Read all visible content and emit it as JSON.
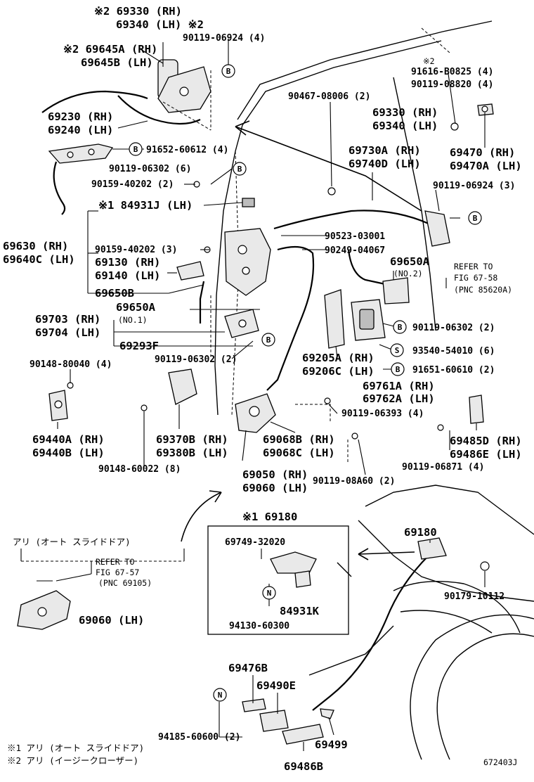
{
  "labels": {
    "p01": "※2 69330 (RH)",
    "p02": "69340 (LH) ※2",
    "p03": "90119-06924 (4)",
    "p04": "※2 69645A (RH)",
    "p05": "69645B (LH)",
    "p06": "69230 (RH)",
    "p07": "69240 (LH)",
    "p08": "91652-60612 (4)",
    "p09": "90119-06302 (6)",
    "p10": "90159-40202 (2)",
    "p11": "※1 84931J (LH)",
    "p12": "69630 (RH)",
    "p13": "69640C (LH)",
    "p14": "90159-40202 (3)",
    "p15": "69130 (RH)",
    "p16": "69140 (LH)",
    "p17": "69650B",
    "p18": "69650A",
    "p19": "(NO.1)",
    "p20": "69703 (RH)",
    "p21": "69704 (LH)",
    "p22": "69293F",
    "p23": "90119-06302 (2)",
    "p24": "90148-80040 (4)",
    "p25": "69440A (RH)",
    "p26": "69440B (LH)",
    "p27": "69370B (RH)",
    "p28": "69380B (LH)",
    "p29": "90148-60022 (8)",
    "p30": "※2",
    "p31": "91616-B0825 (4)",
    "p32": "90119-08820 (4)",
    "p33": "90467-08006 (2)",
    "p34": "69330 (RH)",
    "p35": "69340 (LH)",
    "p36": "69730A (RH)",
    "p37": "69740D (LH)",
    "p38": "69470 (RH)",
    "p39": "69470A (LH)",
    "p40": "90119-06924 (3)",
    "p41": "90523-03001",
    "p42": "90249-04067",
    "p43": "69650A",
    "p44": "(NO.2)",
    "p45": "REFER TO",
    "p46": "FIG 67-58",
    "p47": "(PNC 85620A)",
    "p48": "90119-06302 (2)",
    "p49": "93540-54010 (6)",
    "p50": "91651-60610 (2)",
    "p51": "69205A (RH)",
    "p52": "69206C (LH)",
    "p53": "69761A (RH)",
    "p54": "69762A (LH)",
    "p55": "90119-06393 (4)",
    "p56": "69068B (RH)",
    "p57": "69068C (LH)",
    "p58": "69485D (RH)",
    "p59": "69486E (LH)",
    "p60": "90119-06871 (4)",
    "p61": "69050 (RH)",
    "p62": "69060 (LH)",
    "p63": "90119-08A60 (2)",
    "p64": "※1 69180",
    "p65": "69749-32020",
    "p66": "84931K",
    "p67": "94130-60300",
    "p68": "69180",
    "p69": "90179-10112",
    "p70": "アリ (オート スライドドア)",
    "p71": "REFER TO",
    "p72": "FIG 67-57",
    "p73": "(PNC 69105)",
    "p74": "69060 (LH)",
    "p75": "69476B",
    "p76": "69490E",
    "p77": "94185-60600 (2)",
    "p78": "69499",
    "p79": "69486B",
    "p80": "※1 アリ (オート スライドドア)",
    "p81": "※2 アリ (イージークローザー)",
    "p82": "672403J"
  },
  "circle_marks": {
    "b": "B",
    "s": "S",
    "n": "N"
  }
}
